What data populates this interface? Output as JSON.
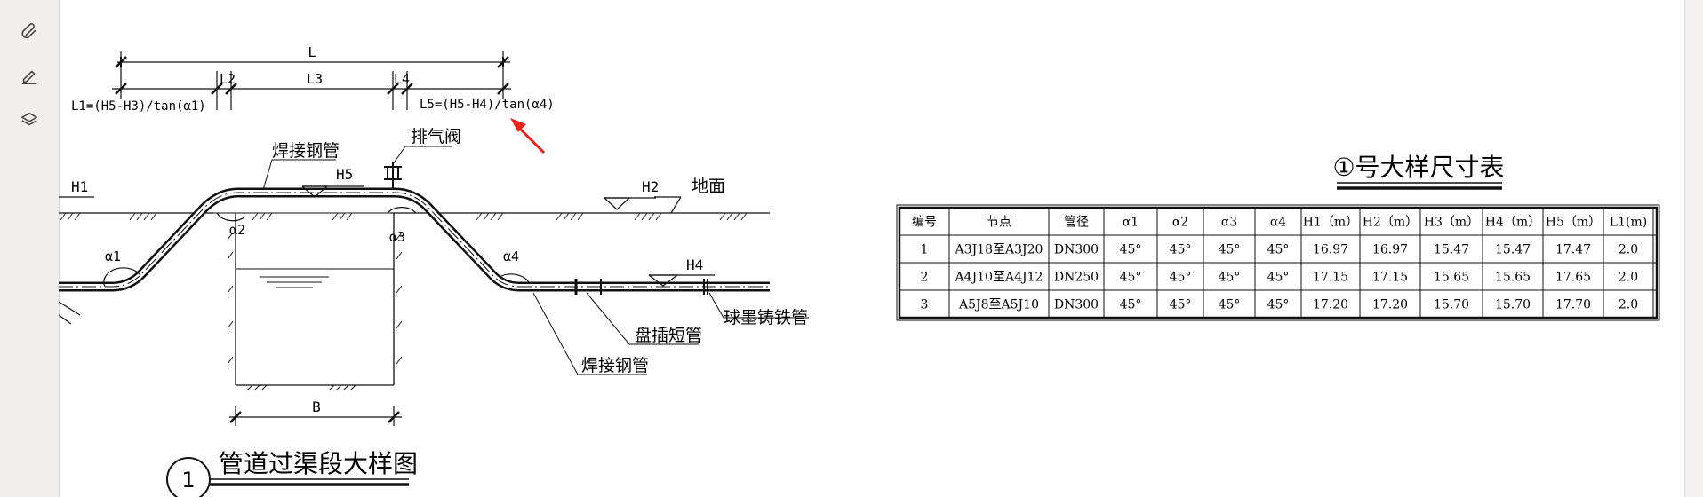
{
  "toolbar": {
    "tools": [
      {
        "icon": "paperclip-icon"
      },
      {
        "icon": "pen-icon"
      },
      {
        "icon": "layers-icon"
      }
    ]
  },
  "detail": {
    "dims": {
      "L": "L",
      "L2": "L2",
      "L3": "L3",
      "L4": "L4",
      "L1_formula": "L1=(H5-H3)/tan(α1)",
      "L5_formula": "L5=(H5-H4)/tan(α4)",
      "B": "B"
    },
    "labels": {
      "weld_pipe_top": "焊接钢管",
      "air_valve": "排气阀",
      "h5": "H5",
      "h1": "H1",
      "h2": "H2",
      "ground": "地面",
      "h4": "H4",
      "a1": "α1",
      "a2": "α2",
      "a3": "α3",
      "a4": "α4",
      "flange_spigot": "盘插短管",
      "ductile_iron": "球墨铸铁管",
      "weld_pipe_bottom": "焊接钢管"
    },
    "title_number": "1",
    "title": "管道过渠段大样图"
  },
  "size_table": {
    "title": "①号大样尺寸表",
    "headers": [
      "编号",
      "节点",
      "管径",
      "α1",
      "α2",
      "α3",
      "α4",
      "H1（m）",
      "H2（m）",
      "H3（m）",
      "H4（m）",
      "H5（m）",
      "L1(m)"
    ],
    "rows": [
      [
        "1",
        "A3J18至A3J20",
        "DN300",
        "45°",
        "45°",
        "45°",
        "45°",
        "16.97",
        "16.97",
        "15.47",
        "15.47",
        "17.47",
        "2.0"
      ],
      [
        "2",
        "A4J10至A4J12",
        "DN250",
        "45°",
        "45°",
        "45°",
        "45°",
        "17.15",
        "17.15",
        "15.65",
        "15.65",
        "17.65",
        "2.0"
      ],
      [
        "3",
        "A5J8至A5J10",
        "DN300",
        "45°",
        "45°",
        "45°",
        "45°",
        "17.20",
        "17.20",
        "15.70",
        "15.70",
        "17.70",
        "2.0"
      ]
    ]
  },
  "annotation": {
    "color": "#e8211b"
  }
}
